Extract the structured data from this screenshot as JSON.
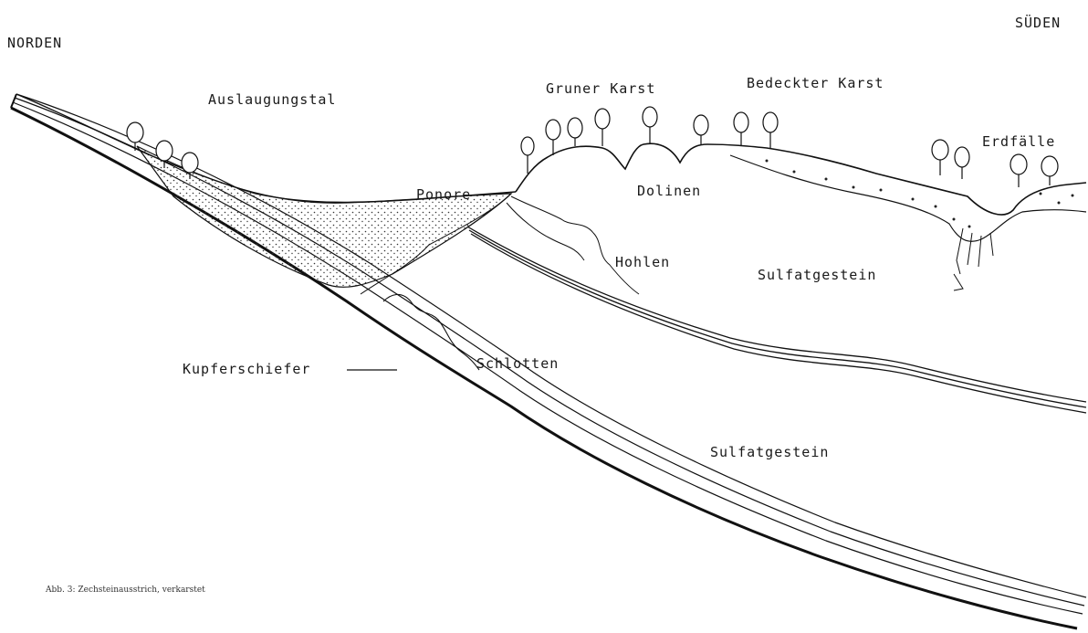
{
  "labels": {
    "north": "NORDEN",
    "south": "SÜDEN",
    "leaching_valley": "Auslaugungstal",
    "green_karst": "Gruner Karst",
    "covered_karst": "Bedeckter Karst",
    "sinkholes": "Erdfälle",
    "ponor": "Ponore",
    "dolines": "Dolinen",
    "caves": "Hohlen",
    "sulfate_rock_upper": "Sulfatgestein",
    "shafts": "Schlotten",
    "copper_shale": "Kupferschiefer",
    "sulfate_rock_lower": "Sulfatgestein"
  },
  "caption": "Abb. 3: Zechsteinausstrich, verkarstet"
}
